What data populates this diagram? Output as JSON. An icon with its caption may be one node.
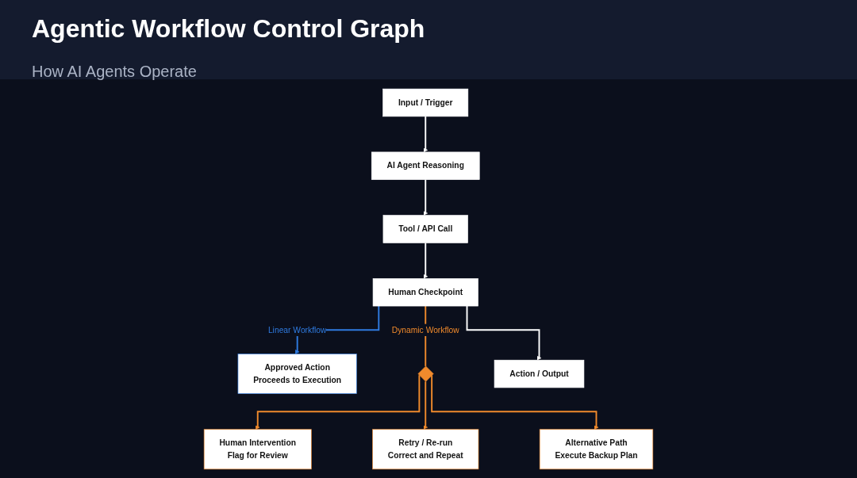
{
  "diagram": {
    "title": "Agentic Workflow Control Graph",
    "nodes": [
      {
        "text": [
          "Input / Trigger"
        ]
      },
      {
        "text": [
          "AI Agent Reasoning"
        ]
      },
      {
        "text": [
          "Tool / API Call"
        ]
      },
      {
        "text": [
          "Human Checkpoint"
        ]
      },
      {
        "text": [
          "Action / Output"
        ]
      },
      {
        "text": [
          "Approved Action",
          "Proceeds to Execution"
        ]
      },
      {
        "text": [],
        "shape": "diamond"
      },
      {
        "text": [
          "Human Intervention",
          "Flag for Review"
        ]
      },
      {
        "text": [
          "Retry / Re-run",
          "Correct and Repeat"
        ]
      },
      {
        "text": [
          "Alternative Path",
          "Execute Backup Plan"
        ]
      }
    ],
    "edges": [
      {
        "from": 0,
        "to": 1,
        "arrow": "to"
      },
      {
        "from": 1,
        "to": 2,
        "arrow": "to"
      },
      {
        "from": 2,
        "to": 3,
        "arrow": "to"
      },
      {
        "from": 3,
        "to": 4,
        "arrow": "to"
      },
      {
        "from": 3,
        "to": 5,
        "arrow": "to",
        "label": "Linear Workflow",
        "color": "#2f7be0"
      },
      {
        "from": 3,
        "to": 6,
        "arrow": "none",
        "label": "Dynamic Workflow",
        "color": "#f08a2c"
      },
      {
        "from": 6,
        "to": 7,
        "arrow": "to",
        "color": "#f08a2c"
      },
      {
        "from": 6,
        "to": 8,
        "arrow": "to",
        "color": "#f08a2c"
      },
      {
        "from": 6,
        "to": 9,
        "arrow": "to",
        "color": "#f08a2c"
      }
    ],
    "labels": [
      "How AI Agents Operate"
    ]
  }
}
